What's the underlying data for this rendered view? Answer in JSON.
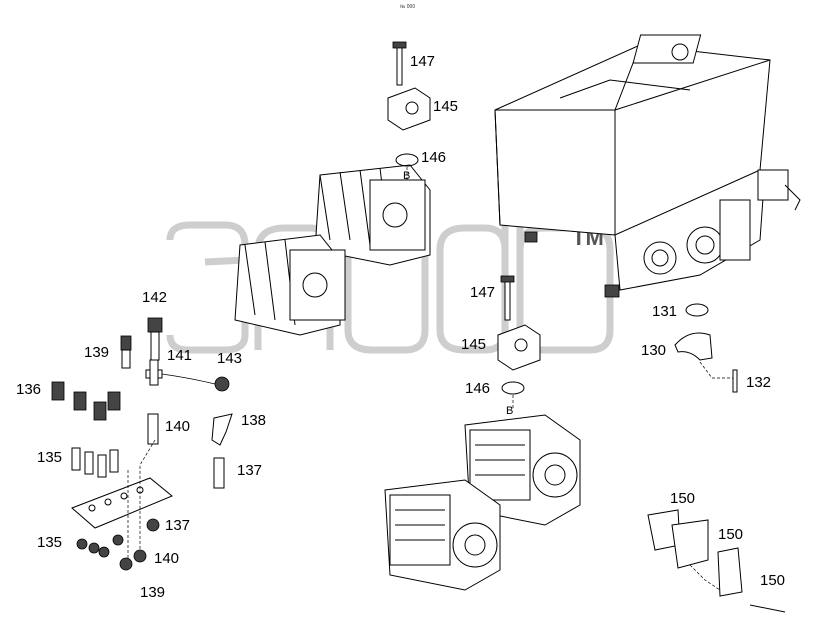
{
  "header": {
    "corner_code": "№ 000"
  },
  "watermark": {
    "trademark": "TM"
  },
  "callouts": {
    "c147a": "147",
    "c145a": "145",
    "c146a": "146",
    "cBa": "B",
    "c147b": "147",
    "c145b": "145",
    "c146b": "146",
    "cBb": "B",
    "c131": "131",
    "c130": "130",
    "c132": "132",
    "c142": "142",
    "c139a": "139",
    "c141": "141",
    "c143": "143",
    "c136": "136",
    "c138": "138",
    "c140a": "140",
    "c135a": "135",
    "c137a": "137",
    "c137b": "137",
    "c135b": "135",
    "c140b": "140",
    "c139b": "139",
    "c150a": "150",
    "c150b": "150",
    "c150c": "150"
  }
}
